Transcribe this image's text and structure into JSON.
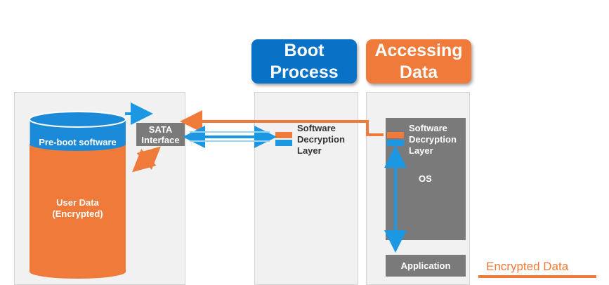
{
  "headers": {
    "boot_process": "Boot\nProcess",
    "accessing_data": "Accessing\nData"
  },
  "drive": {
    "preboot_label": "Pre-boot software",
    "user_data_label": "User Data\n(Encrypted)"
  },
  "sata_interface": "SATA\nInterface",
  "boot_decryption_layer": "Software\nDecryption\nLayer",
  "os_panel": {
    "decryption_layer": "Software\nDecryption\nLayer",
    "os_label": "OS",
    "application_label": "Application"
  },
  "legend": {
    "encrypted_data": "Encrypted Data"
  },
  "colors": {
    "blue": "#0a72c6",
    "orange": "#ef7a3a",
    "light_blue": "#1b97e3",
    "gray": "#7a7a7a",
    "panel": "#f1f1f1"
  }
}
